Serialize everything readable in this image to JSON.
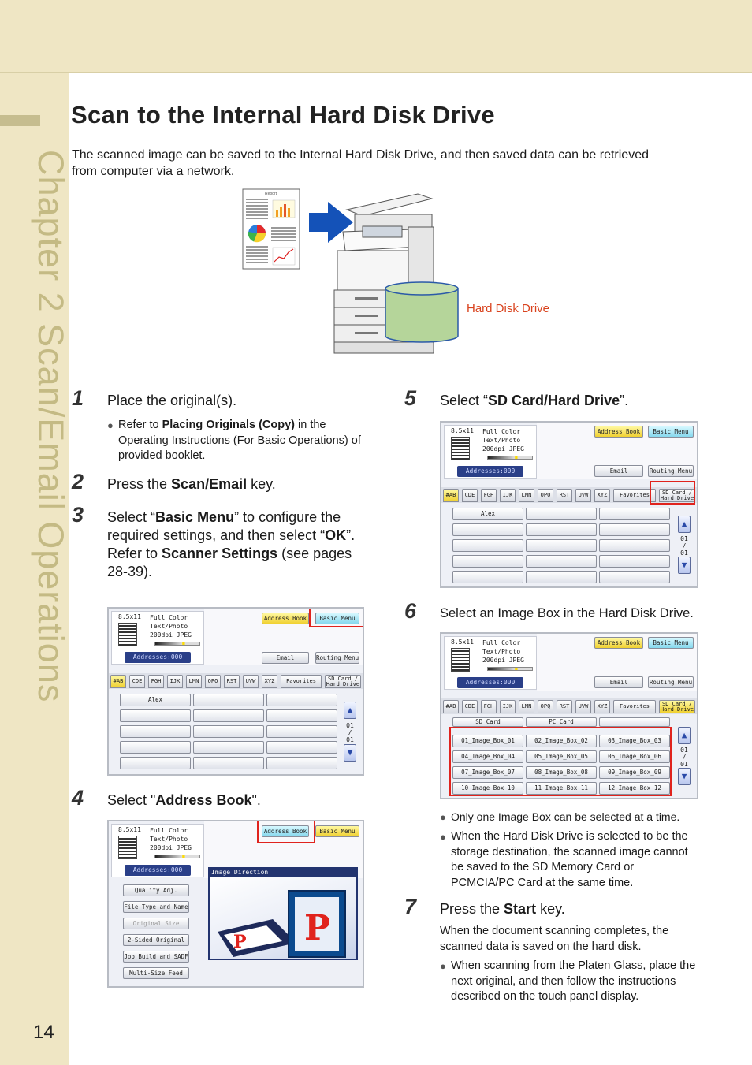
{
  "chapter_label": "Chapter 2   Scan/Email Operations",
  "page_number": "14",
  "title": "Scan to the Internal Hard Disk Drive",
  "intro": "The scanned image can be saved to the Internal Hard Disk Drive, and then saved data can be retrieved from computer via a network.",
  "illustration": {
    "report_label": "Report",
    "hdd_label": "Hard Disk Drive",
    "colors": {
      "hdd": "#b5d59a",
      "arrow": "#1452b8"
    }
  },
  "steps": {
    "s1": {
      "num": "1",
      "text": "Place the original(s).",
      "note_pre": "Refer to ",
      "note_bold": "Placing Originals (Copy)",
      "note_post": " in the Operating Instructions (For Basic Operations) of provided booklet."
    },
    "s2": {
      "num": "2",
      "pre": "Press the ",
      "bold": "Scan/Email",
      "post": " key."
    },
    "s3": {
      "num": "3",
      "pre": "Select “",
      "bold1": "Basic Menu",
      "mid": "” to configure the required settings, and then select “",
      "bold2": "OK",
      "end": "”.",
      "ref_pre": "Refer to ",
      "ref_bold": "Scanner Settings",
      "ref_post": " (see pages 28-39)."
    },
    "s4": {
      "num": "4",
      "pre": "Select \"",
      "bold": "Address Book",
      "post": "\"."
    },
    "s5": {
      "num": "5",
      "pre": "Select “",
      "bold": "SD Card/Hard Drive",
      "post": "”."
    },
    "s6": {
      "num": "6",
      "text": "Select an Image Box in the Hard Disk Drive.",
      "note1": "Only one Image Box can be selected at a time.",
      "note2": "When the Hard Disk Drive is selected to be the storage destination, the scanned image cannot be saved to the SD Memory Card or PCMCIA/PC Card at the same time."
    },
    "s7": {
      "num": "7",
      "pre": "Press the ",
      "bold": "Start",
      "post": " key.",
      "body": "When the document scanning completes, the scanned data is saved on the hard disk.",
      "note": "When scanning from the Platen Glass, place the next original, and then follow the instructions described on the touch panel display."
    }
  },
  "panel": {
    "size": "8.5x11",
    "color_line": "Full Color",
    "mode_line": "Text/Photo",
    "res_line": "200dpi JPEG",
    "addresses": "Addresses:000",
    "address_book": "Address Book",
    "basic_menu": "Basic Menu",
    "email": "Email",
    "routing_menu": "Routing Menu",
    "tabs": [
      "#AB",
      "CDE",
      "FGH",
      "IJK",
      "LMN",
      "OPQ",
      "RST",
      "UVW",
      "XYZ",
      "Favorites"
    ],
    "sd_tab_l1": "SD Card /",
    "sd_tab_l2": "Hard Drive",
    "first_entry": "Alex",
    "page_top": "01",
    "page_sep": "/",
    "page_bot": "01",
    "menu": [
      "Quality Adj.",
      "File Type and Name",
      "Original Size",
      "2-Sided Original",
      "Job Build and SADF",
      "Multi-Size Feed"
    ],
    "image_direction": "Image Direction",
    "sd_card": "SD Card",
    "pc_card": "PC Card",
    "image_boxes": [
      "01_Image_Box_01",
      "02_Image_Box_02",
      "03_Image_Box_03",
      "04_Image_Box_04",
      "05_Image_Box_05",
      "06_Image_Box_06",
      "07_Image_Box_07",
      "08_Image_Box_08",
      "09_Image_Box_09",
      "10_Image_Box_10",
      "11_Image_Box_11",
      "12_Image_Box_12"
    ]
  }
}
